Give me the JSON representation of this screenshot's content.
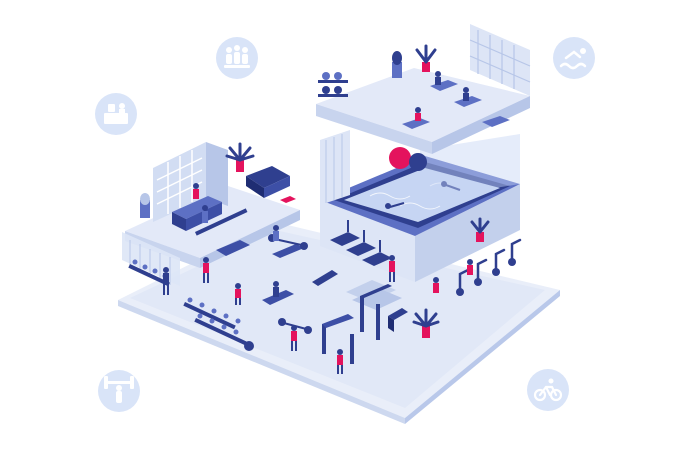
{
  "scene": {
    "style": "isometric fitness center illustration",
    "colors": {
      "floor": "#e6ecf8",
      "floor_shadow": "#cdd8ef",
      "wall_light": "#dde5f6",
      "wall_mid": "#b9c8ea",
      "dark_blue": "#2f3f8f",
      "mid_blue": "#5d70c4",
      "accent_pink": "#e4135d",
      "pool_water": "#c6d5f3",
      "icon_circle": "#d9e4f8",
      "icon_glyph": "#ffffff"
    }
  },
  "badges": [
    {
      "name": "group-class-icon"
    },
    {
      "name": "reception-desk-icon"
    },
    {
      "name": "swimming-icon"
    },
    {
      "name": "weightlifting-icon"
    },
    {
      "name": "cycling-icon"
    }
  ],
  "zones": [
    {
      "name": "reception-zone"
    },
    {
      "name": "free-weights-zone"
    },
    {
      "name": "yoga-mezzanine"
    },
    {
      "name": "swimming-pool"
    },
    {
      "name": "cardio-zone"
    },
    {
      "name": "strength-machines-zone"
    }
  ]
}
